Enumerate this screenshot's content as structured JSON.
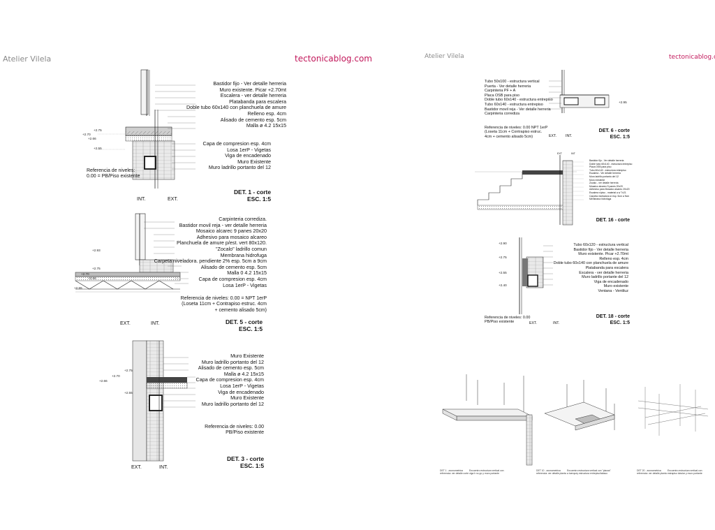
{
  "headers": {
    "left": {
      "author": "Atelier Vilela",
      "brand": "tectonicablog.com"
    },
    "right": {
      "author": "Atelier Vilela",
      "brand": "tectonicablog.com"
    }
  },
  "det1": {
    "labels": [
      "Bastidor fijo - Ver detalle herreria",
      "Muro existente. Picar +2.70mt",
      "Escalera - ver detalle herreria",
      "Platabanda para escalera",
      "Doble tubo 60x140 con planchuela de amure",
      "Relleno esp. 4cm",
      "Alisado de cemento esp. 5cm",
      "Malla ø 4.2 15x15",
      "Capa de compresion esp. 4cm",
      "Losa 1erP - Vigetas",
      "Viga de encadenado",
      "Muro Existente",
      "Muro ladrillo portanto del 12"
    ],
    "levels": [
      "+2.75",
      "+2.70",
      "+2.66",
      "+2.55"
    ],
    "reference": [
      "Referencia de niveles:",
      "0.00 = PB/Piso existente"
    ],
    "int": "INT.",
    "ext": "EXT.",
    "title": "DET. 1 - corte",
    "scale": "ESC. 1:5"
  },
  "det5": {
    "labels": [
      "Carpinteria corrediza.",
      "Bastidor movil reja - ver detalle herreria",
      "Mosaico alcarec 9 panes 20x20",
      "Adhesivo para mosaico alcareo",
      "Planchuela de amure p/est. vert 80x120.",
      "\"Zocalo\" ladrillo comun",
      "Membrana hidrofuga",
      "Carpeta niveladora. pendiente 2% esp. 5cm a 9cm",
      "Alisado de cemento esp. 5cm",
      "Malla 0 4.2 15x15",
      "Capa de compresion esp. 4cm",
      "Losa 1erP - Vigetas"
    ],
    "levels": [
      "+2.93",
      "+2.75",
      "+2.70",
      "+2.66",
      "+2.55"
    ],
    "reference": [
      "Referencia de niveles: 0.00 = NPT 1erP",
      "(Loseta 11cm + Contrapiso estruc. 4cm",
      "+ cemento alisado 5cm)"
    ],
    "ext": "EXT.",
    "int": "INT.",
    "title": "DET. 5 - corte",
    "scale": "ESC. 1:5"
  },
  "det3": {
    "labels": [
      "Muro Existente",
      "Muro ladrillo portanto del 12",
      "Alisado de cemento esp. 5cm",
      "Malla ø 4.2 15x15",
      "Capa de compresion esp. 4cm",
      "Losa 1erP - Vigetas",
      "Viga de encadenado",
      "Muro Existente",
      "Muro ladrillo portanto del 12"
    ],
    "levels": [
      "+2.75",
      "+2.70",
      "+2.66",
      "+2.55"
    ],
    "reference": [
      "Referencia de niveles: 0.00",
      "PB/Piso existente"
    ],
    "ext": "EXT.",
    "int": "INT.",
    "title": "DET. 3 - corte",
    "scale": "ESC. 1:5"
  },
  "det6": {
    "labels": [
      "Tubo 50x100 - estructura vertical",
      "Puerta - Ver detalle herreria",
      "Carpinteria PF + A",
      "Placa OSB para piso",
      "Doble tubo 60x140 - estructura entrepiso",
      "Tubo 60x140 - estructura entrepiso",
      "Bastidor movil reja - Ver detalle herreria",
      "Carpinteria corrediza"
    ],
    "levels": [
      "+2.95"
    ],
    "reference": [
      "Referencia de niveles: 0.00 NPT 1erP",
      "(Loseta 11cm + Contrapiso estruc.",
      "4cm + cemento alisado 5cm)"
    ],
    "ext": "EXT.",
    "int": "INT.",
    "title": "DET. 6 - corte",
    "scale": "ESC. 1:5"
  },
  "det16": {
    "labels": [
      "Bastidor fijo - Ver detalle herreria",
      "Doble tubo 60x140 - estructura entrepiso",
      "Placa OSB para piso",
      "Tubo 60x140 - estructura entrepiso",
      "Escalera - Ver detalle herreria",
      "Muro ladrillo portanto del 12",
      "Muro existente",
      "Zocalo - ver detalle herreria",
      "Mosaico alcareo 9 panes 20x20",
      "Adhesivo para Mosaico alcareo 20x20",
      "Escalera s/piso - material a s/ 7x21",
      "Carpeta niveladora s/ esp. 5cm a 9cm",
      "Membrana hidrofuga"
    ],
    "ext": "EXT",
    "int": "INT",
    "title": "DET. 16 - corte"
  },
  "det18": {
    "labels": [
      "Tubo 60x120 - estructura vertical",
      "Bastidor fijo - Ver detalle herreria",
      "Muro existente. Picar +2.70mt",
      "Relleno esp. 4cm",
      "Doble tubo 60x140 con planchuela de amure",
      "Platabanda para escalera",
      "Escalera - ver detalle herreria",
      "Muro ladrillo portante del 12",
      "Viga de encadenado",
      "Muro existente",
      "Ventana - Ventiluz"
    ],
    "levels": [
      "+2.90",
      "+2.75",
      "+2.55",
      "+2.40"
    ],
    "reference": [
      "Referencia de niveles: 0.00",
      "PB/Piso existente"
    ],
    "ext": "EXT.",
    "int": "INT.",
    "title": "DET. 18 - corte",
    "scale": "ESC. 1:5"
  },
  "axos": [
    {
      "code": "DET 1 - axonometrica",
      "sub": "referencia: ver detalle corte",
      "desc": [
        "Encuentro estructura vertical con",
        "viga h nc pp y muro portante"
      ]
    },
    {
      "code": "DET 10 - axonometrica",
      "sub": "referencia: ver detalle planta",
      "desc": [
        "Encuentro estructura vertical con \"placas\"",
        "a tuerquey estructura entrepiso/tabaco"
      ]
    },
    {
      "code": "DET 20 - axonometrica",
      "sub": "referencia: ver detalle planta",
      "desc": [
        "Encuentro estructura vertical con",
        "estrapiso tubular y muro portante"
      ]
    }
  ]
}
